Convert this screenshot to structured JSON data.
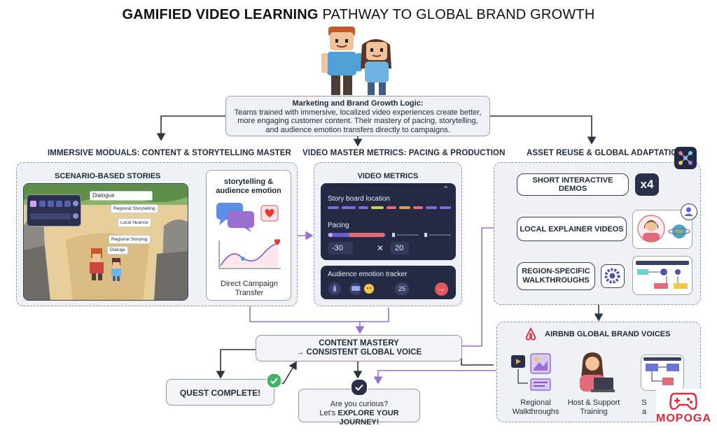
{
  "title": {
    "bold": "GAMIFIED VIDEO LEARNING",
    "rest": "PATHWAY TO GLOBAL BRAND GROWTH"
  },
  "logic": {
    "heading": "Marketing and Brand Growth Logic:",
    "lines": [
      "Teams trained with immersive, localized video experiences create better,",
      "more engaging customer content. Their mastery of pacing, storytelling,",
      "and audience emotion transfers directly to campaigns."
    ]
  },
  "sections": {
    "immersive": "IMMERSIVE MODUALS: CONTENT & STORYTELLING MASTER",
    "metrics": "VIDEO MASTER METRICS: PACING & PRODUCTION",
    "asset": "ASSET REUSE & GLOBAL ADAPTATION"
  },
  "scenario": {
    "heading": "SCENARIO-BASED STORIES",
    "bubbles": [
      "Dialogue",
      "Regional Storytelling",
      "Local Nuance",
      "Regional Storying",
      "Dialoge"
    ]
  },
  "storytelling": {
    "heading_line1": "storytelling &",
    "heading_line2": "audience emotion",
    "caption_line1": "Direct Campaign",
    "caption_line2": "Transfer"
  },
  "video_metrics": {
    "heading": "VIDEO METRICS",
    "storyboard_label": "Story board location",
    "pacing_label": "Pacing",
    "pacing_min": "-30",
    "pacing_x": "✕",
    "pacing_max": "20",
    "emotion_label": "Audience emotion tracker",
    "emotion_count": "25"
  },
  "asset": {
    "items": [
      "SHORT INTERACTIVE DEMOS",
      "LOCAL EXPLAINER VIDEOS",
      "REGION-SPECIFIC WALKTHROUGHS"
    ],
    "multiplier": "x4"
  },
  "airbnb": {
    "heading": "AIRBNB GLOBAL BRAND VOICES",
    "items": [
      {
        "line1": "Regional",
        "line2": "Walkthroughs"
      },
      {
        "line1": "Host & Support",
        "line2": "Training"
      },
      {
        "line1": "S",
        "line2": "a"
      }
    ]
  },
  "content_mastery": {
    "line1": "CONTENT MASTERY",
    "line2": "→ CONSISTENT GLOBAL VOICE"
  },
  "quest": "QUEST COMPLETE!",
  "explore": {
    "line1": "Are you curious?",
    "line2_prefix": "Let's",
    "line2_bold": "EXPLORE YOUR JOURNEY!"
  },
  "brand": "MOPOGA",
  "colors": {
    "accent_purple": "#9b6fd0",
    "dark_navy": "#252a44",
    "panel_bg": "#eef1f5",
    "brand_red": "#e0283a"
  }
}
